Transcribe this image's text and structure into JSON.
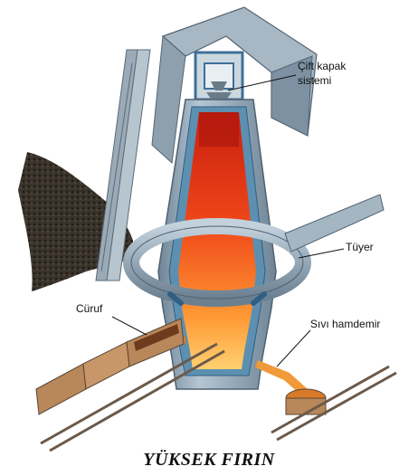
{
  "caption": "YÜKSEK FIRIN",
  "labels": {
    "double_bell": [
      "Çift kapak",
      "sistemi"
    ],
    "tuyere": "Tüyer",
    "slag": "Cüruf",
    "hot_metal": "Sıvı hamdemir"
  },
  "colors": {
    "shell": "#8fa6b8",
    "shell_dark": "#5f7488",
    "lining": "#5d8fb0",
    "hot_top": "#d32a12",
    "hot_mid": "#f05a1a",
    "hot_bottom": "#ffb24a",
    "ore_pile": "#2f2a24",
    "wagon": "#b8875a",
    "rail": "#6b5a4a"
  }
}
